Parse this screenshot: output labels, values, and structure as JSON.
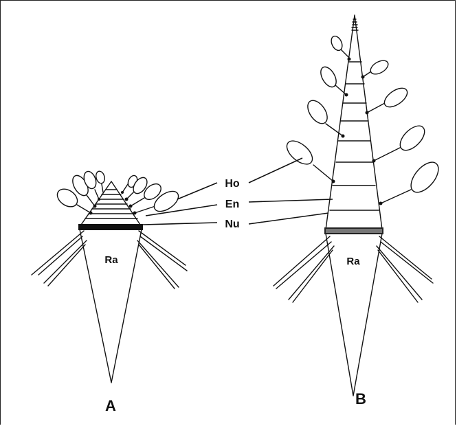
{
  "labels": {
    "horizontal": "Ho",
    "entrenudo": "En",
    "nudo": "Nu",
    "raiz_a": "Ra",
    "raiz_b": "Ra",
    "panel_a": "A",
    "panel_b": "B"
  }
}
